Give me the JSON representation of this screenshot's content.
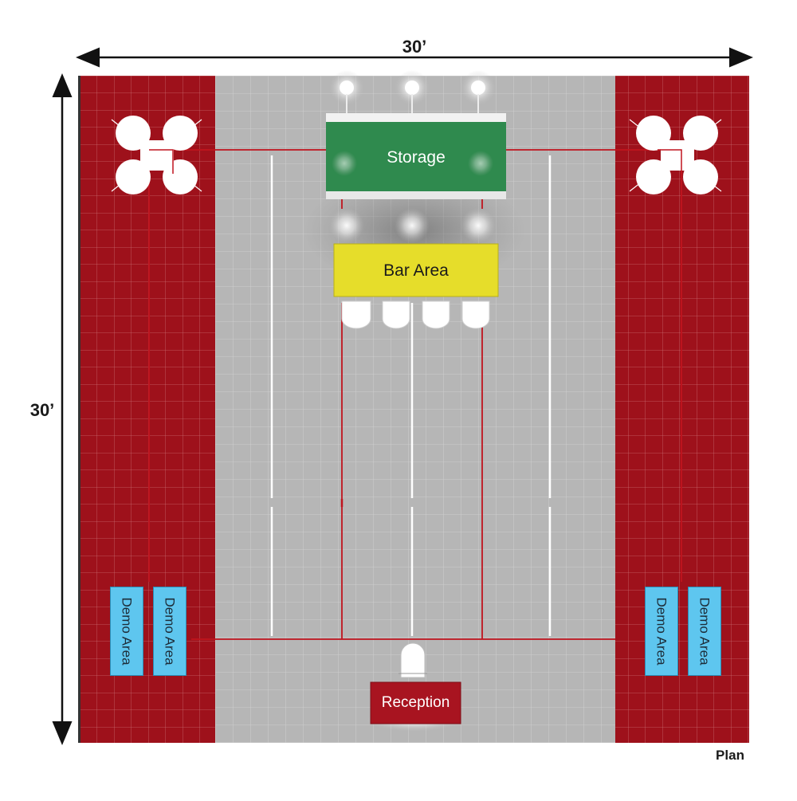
{
  "dimensions": {
    "width_label": "30’",
    "height_label": "30’"
  },
  "zones": {
    "storage": "Storage",
    "bar_area": "Bar Area",
    "reception": "Reception",
    "demo_area": "Demo Area"
  },
  "caption": "Plan",
  "colors": {
    "carpet_red": "#9e111b",
    "floor_gray": "#b4b4b4",
    "storage_green": "#2f8a4e",
    "bar_yellow": "#e6dd2a",
    "reception_red": "#a81420",
    "demo_blue": "#5ec6ef",
    "boundary_line": "#c0141e"
  }
}
